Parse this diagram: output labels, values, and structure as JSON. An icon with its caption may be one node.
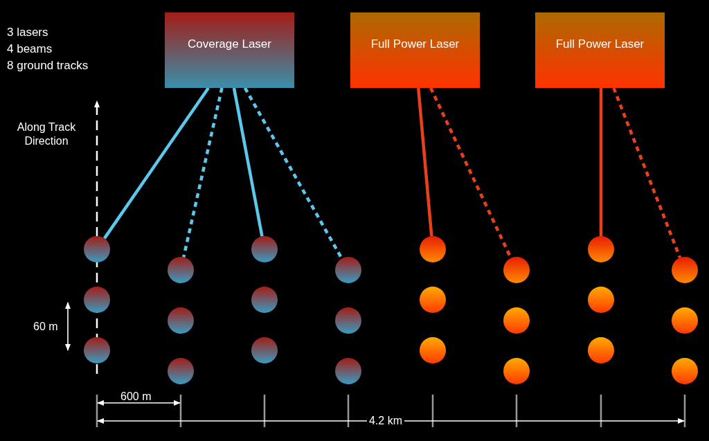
{
  "diagram": {
    "nodes": [
      {
        "text": [
          "Coverage Laser"
        ]
      },
      {
        "text": [
          "Full Power Laser"
        ]
      },
      {
        "text": [
          "Full Power Laser"
        ]
      },
      {
        "text": [],
        "shape": "circle"
      },
      {
        "text": [],
        "shape": "circle"
      },
      {
        "text": [],
        "shape": "circle"
      },
      {
        "text": [],
        "shape": "circle"
      },
      {
        "text": [],
        "shape": "circle"
      },
      {
        "text": [],
        "shape": "circle"
      },
      {
        "text": [],
        "shape": "circle"
      },
      {
        "text": [],
        "shape": "circle"
      },
      {
        "text": [],
        "shape": "circle"
      },
      {
        "text": [],
        "shape": "circle"
      },
      {
        "text": [],
        "shape": "circle"
      },
      {
        "text": [],
        "shape": "circle"
      },
      {
        "text": [],
        "shape": "circle"
      },
      {
        "text": [],
        "shape": "circle"
      },
      {
        "text": [],
        "shape": "circle"
      },
      {
        "text": [],
        "shape": "circle"
      },
      {
        "text": [],
        "shape": "circle"
      },
      {
        "text": [],
        "shape": "circle"
      },
      {
        "text": [],
        "shape": "circle"
      },
      {
        "text": [],
        "shape": "circle"
      },
      {
        "text": [],
        "shape": "circle"
      },
      {
        "text": [],
        "shape": "circle"
      },
      {
        "text": [],
        "shape": "circle"
      },
      {
        "text": [],
        "shape": "circle"
      }
    ],
    "edges": [
      {
        "from": 0,
        "to": 3,
        "arrow": "none",
        "color": "#5bc8ec"
      },
      {
        "from": 0,
        "to": 6,
        "arrow": "none",
        "style": "dashed",
        "color": "#5bc8ec"
      },
      {
        "from": 0,
        "to": 9,
        "arrow": "none",
        "color": "#5bc8ec"
      },
      {
        "from": 0,
        "to": 12,
        "arrow": "none",
        "style": "dashed",
        "color": "#5bc8ec"
      },
      {
        "from": 1,
        "to": 15,
        "arrow": "none",
        "color": "#e8401a"
      },
      {
        "from": 1,
        "to": 18,
        "arrow": "none",
        "style": "dashed",
        "color": "#e8401a"
      },
      {
        "from": 2,
        "to": 21,
        "arrow": "none",
        "color": "#e8401a"
      },
      {
        "from": 2,
        "to": 24,
        "arrow": "none",
        "style": "dashed",
        "color": "#e8401a"
      }
    ],
    "labels": [
      "3 lasers",
      "4 beams",
      "8 ground tracks",
      "Along Track Direction",
      "60 m",
      "600 m",
      "4.2 km"
    ]
  }
}
